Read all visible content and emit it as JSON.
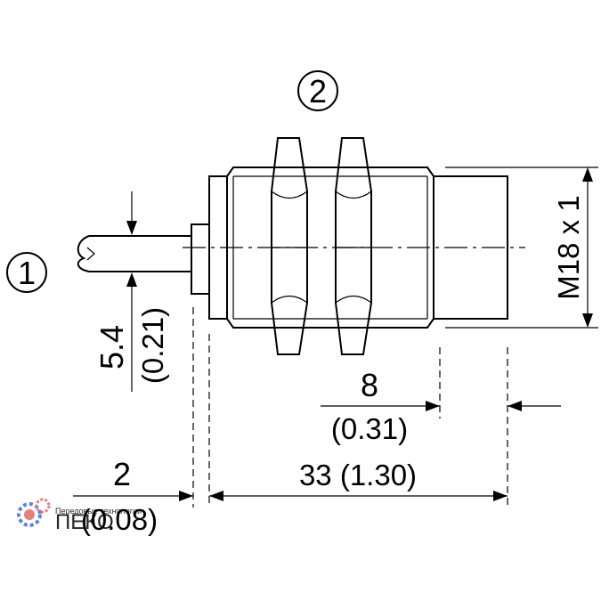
{
  "callouts": {
    "cable": "1",
    "nuts": "2"
  },
  "dimensions": {
    "cable_dia_mm": "5.4",
    "cable_dia_in": "(0.21)",
    "front_mm": "8",
    "front_in": "(0.31)",
    "gap_mm": "2",
    "gap_in": "(0.08)",
    "length": "33 (1.30)",
    "thread": "M18 x 1"
  },
  "watermark": {
    "logo_text": "ПЕКО",
    "small_text": "Передовые технологии"
  },
  "colors": {
    "line": "#000000",
    "watermark": "#3f6fd8",
    "watermark_gear": "#e06a6a"
  }
}
